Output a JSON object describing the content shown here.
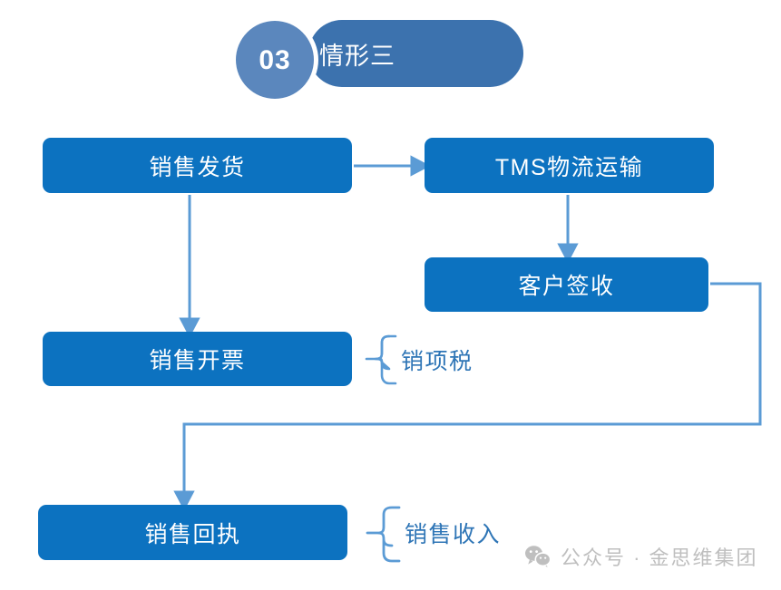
{
  "header": {
    "number": "03",
    "title": "情形三",
    "circle_color": "#5B87BD",
    "pill_color": "#3C72AE"
  },
  "theme": {
    "node_fill": "#0C72C0",
    "node_text": "#FFFFFF",
    "connector": "#5B9BD5",
    "annotation_text": "#2E75B6",
    "watermark_text": "#BFBFBF",
    "background": "#FFFFFF"
  },
  "flow": {
    "nodes": [
      {
        "id": "sales-shipment",
        "label": "销售发货"
      },
      {
        "id": "tms-logistics",
        "label": "TMS物流运输"
      },
      {
        "id": "customer-ack",
        "label": "客户签收"
      },
      {
        "id": "sales-invoice",
        "label": "销售开票"
      },
      {
        "id": "sales-receipt",
        "label": "销售回执"
      }
    ],
    "connectors": [
      {
        "from": "sales-shipment",
        "to": "tms-logistics",
        "style": "arrow-right"
      },
      {
        "from": "tms-logistics",
        "to": "customer-ack",
        "style": "arrow-down"
      },
      {
        "from": "sales-shipment",
        "to": "sales-invoice",
        "style": "arrow-down"
      },
      {
        "from": "customer-ack",
        "to": "sales-receipt",
        "style": "elbow-arrow-down"
      }
    ],
    "annotations": [
      {
        "id": "output-tax",
        "target": "sales-invoice",
        "label": "销项税",
        "marker": "brace"
      },
      {
        "id": "sales-revenue",
        "target": "sales-receipt",
        "label": "销售收入",
        "marker": "brace"
      }
    ]
  },
  "watermark": {
    "icon": "wechat-icon",
    "text": "公众号 · 金思维集团"
  }
}
